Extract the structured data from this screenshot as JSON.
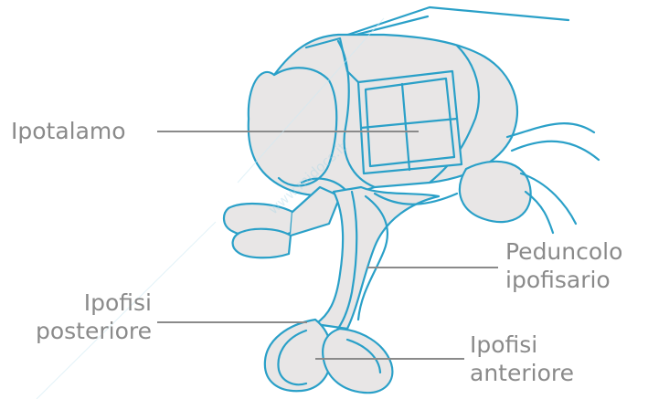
{
  "labels": {
    "hypothalamus": "Ipotalamo",
    "stalk_line1": "Peduncolo",
    "stalk_line2": "ipofisario",
    "posterior_line1": "Ipofisi",
    "posterior_line2": "posteriore",
    "anterior_line1": "Ipofisi",
    "anterior_line2": "anteriore"
  },
  "watermark": "www.midocs.it",
  "colors": {
    "outline": "#2aa0c8",
    "fill": "#e8e6e6",
    "leader": "#8a8a8a",
    "text": "#8a8a8a"
  }
}
